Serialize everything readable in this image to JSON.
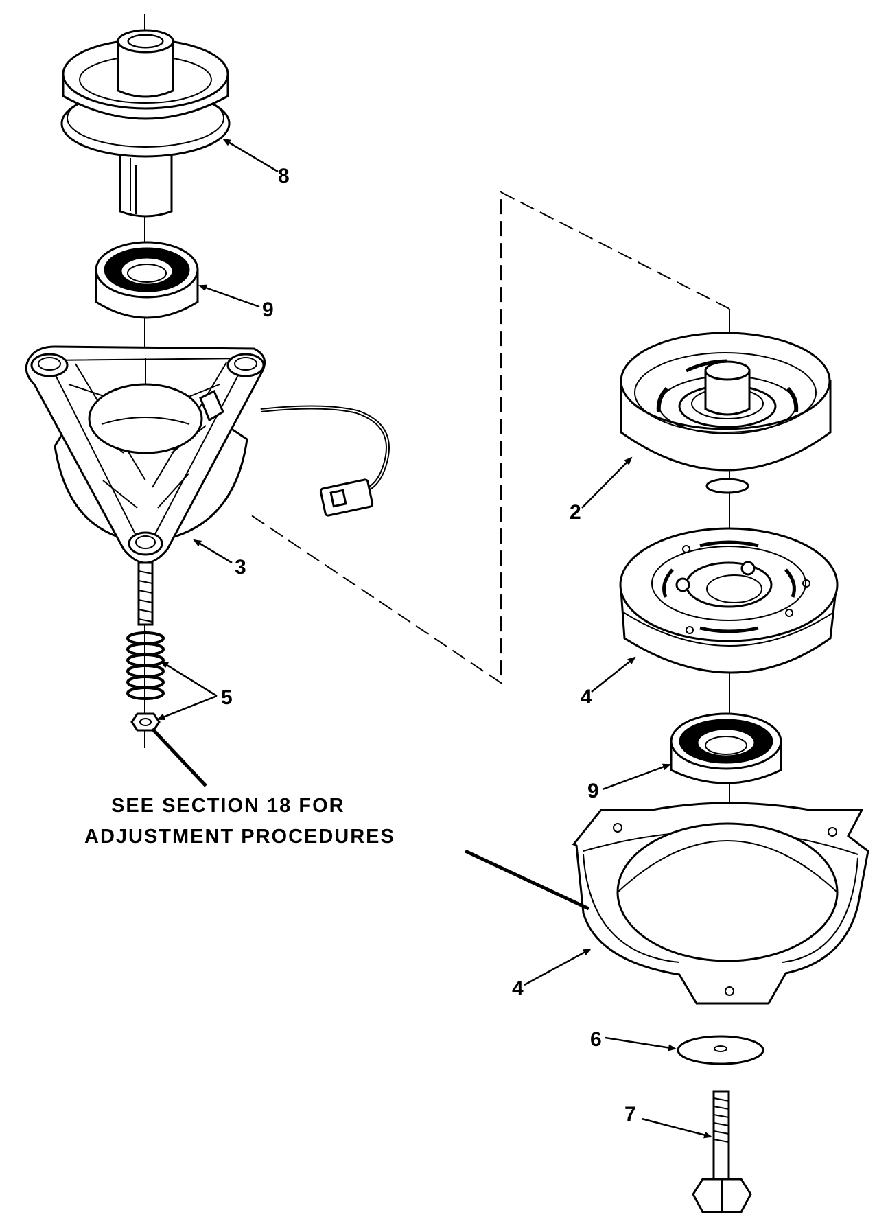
{
  "note": {
    "line1": "SEE SECTION 18 FOR",
    "line2": "ADJUSTMENT PROCEDURES"
  },
  "callouts": [
    {
      "id": "8",
      "text": "8"
    },
    {
      "id": "9a",
      "text": "9"
    },
    {
      "id": "3",
      "text": "3"
    },
    {
      "id": "5",
      "text": "5"
    },
    {
      "id": "2",
      "text": "2"
    },
    {
      "id": "4a",
      "text": "4"
    },
    {
      "id": "9b",
      "text": "9"
    },
    {
      "id": "4b",
      "text": "4"
    },
    {
      "id": "6",
      "text": "6"
    },
    {
      "id": "7",
      "text": "7"
    }
  ]
}
